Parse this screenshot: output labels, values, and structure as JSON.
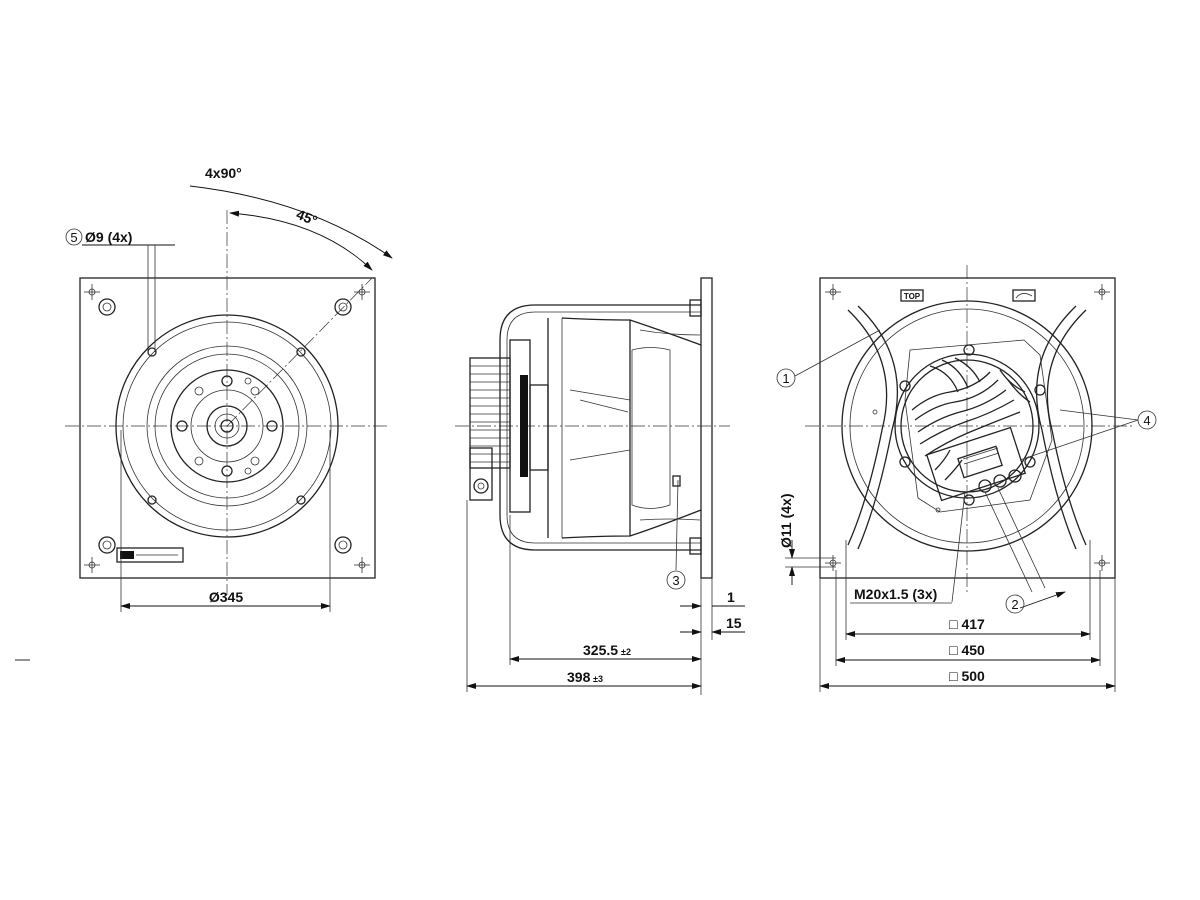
{
  "front_view": {
    "hole_callout_number": "5",
    "hole_label": "Ø9 (4x)",
    "angle_pattern": "4x90°",
    "angle_offset": "45°",
    "ring_diameter": "Ø345"
  },
  "side_view": {
    "item_3": "3",
    "flange_thickness": "1",
    "flange_depth": "15",
    "depth_dim": "325.5",
    "depth_tol": "±2",
    "total_dim": "398",
    "total_tol": "±3"
  },
  "rear_view": {
    "item_1": "1",
    "item_2": "2",
    "item_4": "4",
    "mount_hole_label": "Ø11 (4x)",
    "cable_gland_label": "M20x1.5 (3x)",
    "top_marker": "TOP",
    "dim_417": "□ 417",
    "dim_450": "□ 450",
    "dim_500": "□ 500"
  }
}
